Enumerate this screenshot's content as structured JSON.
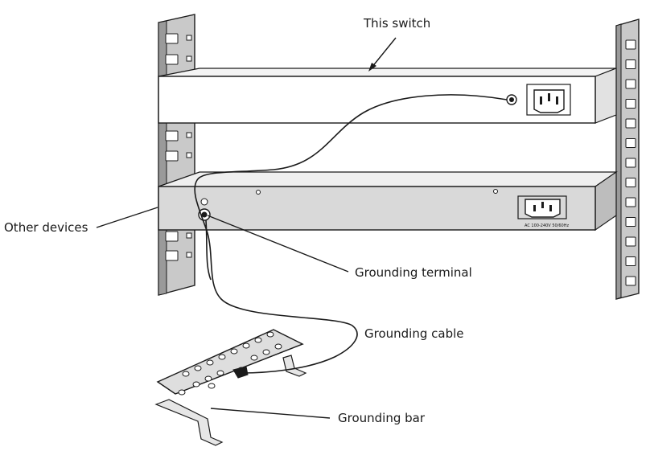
{
  "labels": {
    "this_switch": "This switch",
    "other_devices": "Other devices",
    "grounding_terminal": "Grounding terminal",
    "grounding_cable": "Grounding cable",
    "grounding_bar": "Grounding bar"
  },
  "lower_device_rating": "AC 100-240V 50/60Hz",
  "colors": {
    "line": "#1a1a1a",
    "rack_fill": "#c7c7c7",
    "device_front_fill": "#d9d9d9",
    "device_top_fill": "#f0f0f0",
    "switch_fill": "#ffffff"
  }
}
